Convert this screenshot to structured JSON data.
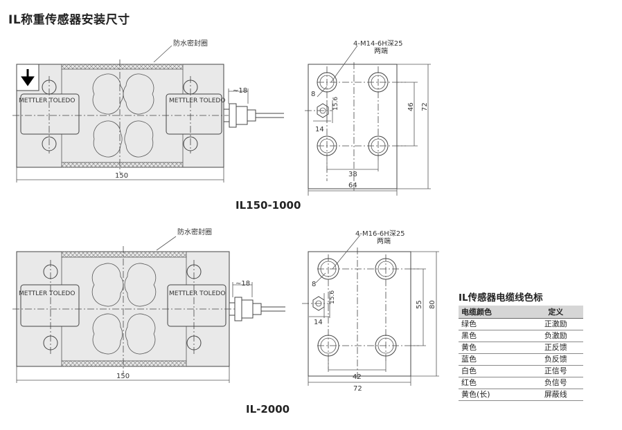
{
  "title": "IL称重传感器安装尺寸",
  "drawings": [
    {
      "model": "IL150-1000",
      "seal_label": "防水密封圈",
      "logo_left": "METTLER TOLEDO",
      "logo_right": "METTLER TOLEDO",
      "cable_dim": "~18",
      "length_dim": "150",
      "thread_label": "4-M14-6H深25",
      "thread_sub": "两端",
      "hole_dia": "8",
      "dim_156": "15.6",
      "dim_14": "14",
      "inner_h": "46",
      "outer_h": "72",
      "inner_w": "38",
      "outer_w": "64"
    },
    {
      "model": "IL-2000",
      "seal_label": "防水密封圈",
      "logo_left": "METTLER TOLEDO",
      "logo_right": "METTLER TOLEDO",
      "cable_dim": "~18",
      "length_dim": "150",
      "thread_label": "4-M16-6H深25",
      "thread_sub": "两端",
      "hole_dia": "8",
      "dim_156": "15.6",
      "dim_14": "14",
      "inner_h": "55",
      "outer_h": "80",
      "inner_w": "42",
      "outer_w": "72"
    }
  ],
  "legend": {
    "title": "IL传感器电缆线色标",
    "headers": [
      "电缆颜色",
      "定义"
    ],
    "rows": [
      [
        "绿色",
        "正激励"
      ],
      [
        "黑色",
        "负激励"
      ],
      [
        "黄色",
        "正反馈"
      ],
      [
        "蓝色",
        "负反馈"
      ],
      [
        "白色",
        "正信号"
      ],
      [
        "红色",
        "负信号"
      ],
      [
        "黄色(长)",
        "屏蔽线"
      ]
    ]
  }
}
